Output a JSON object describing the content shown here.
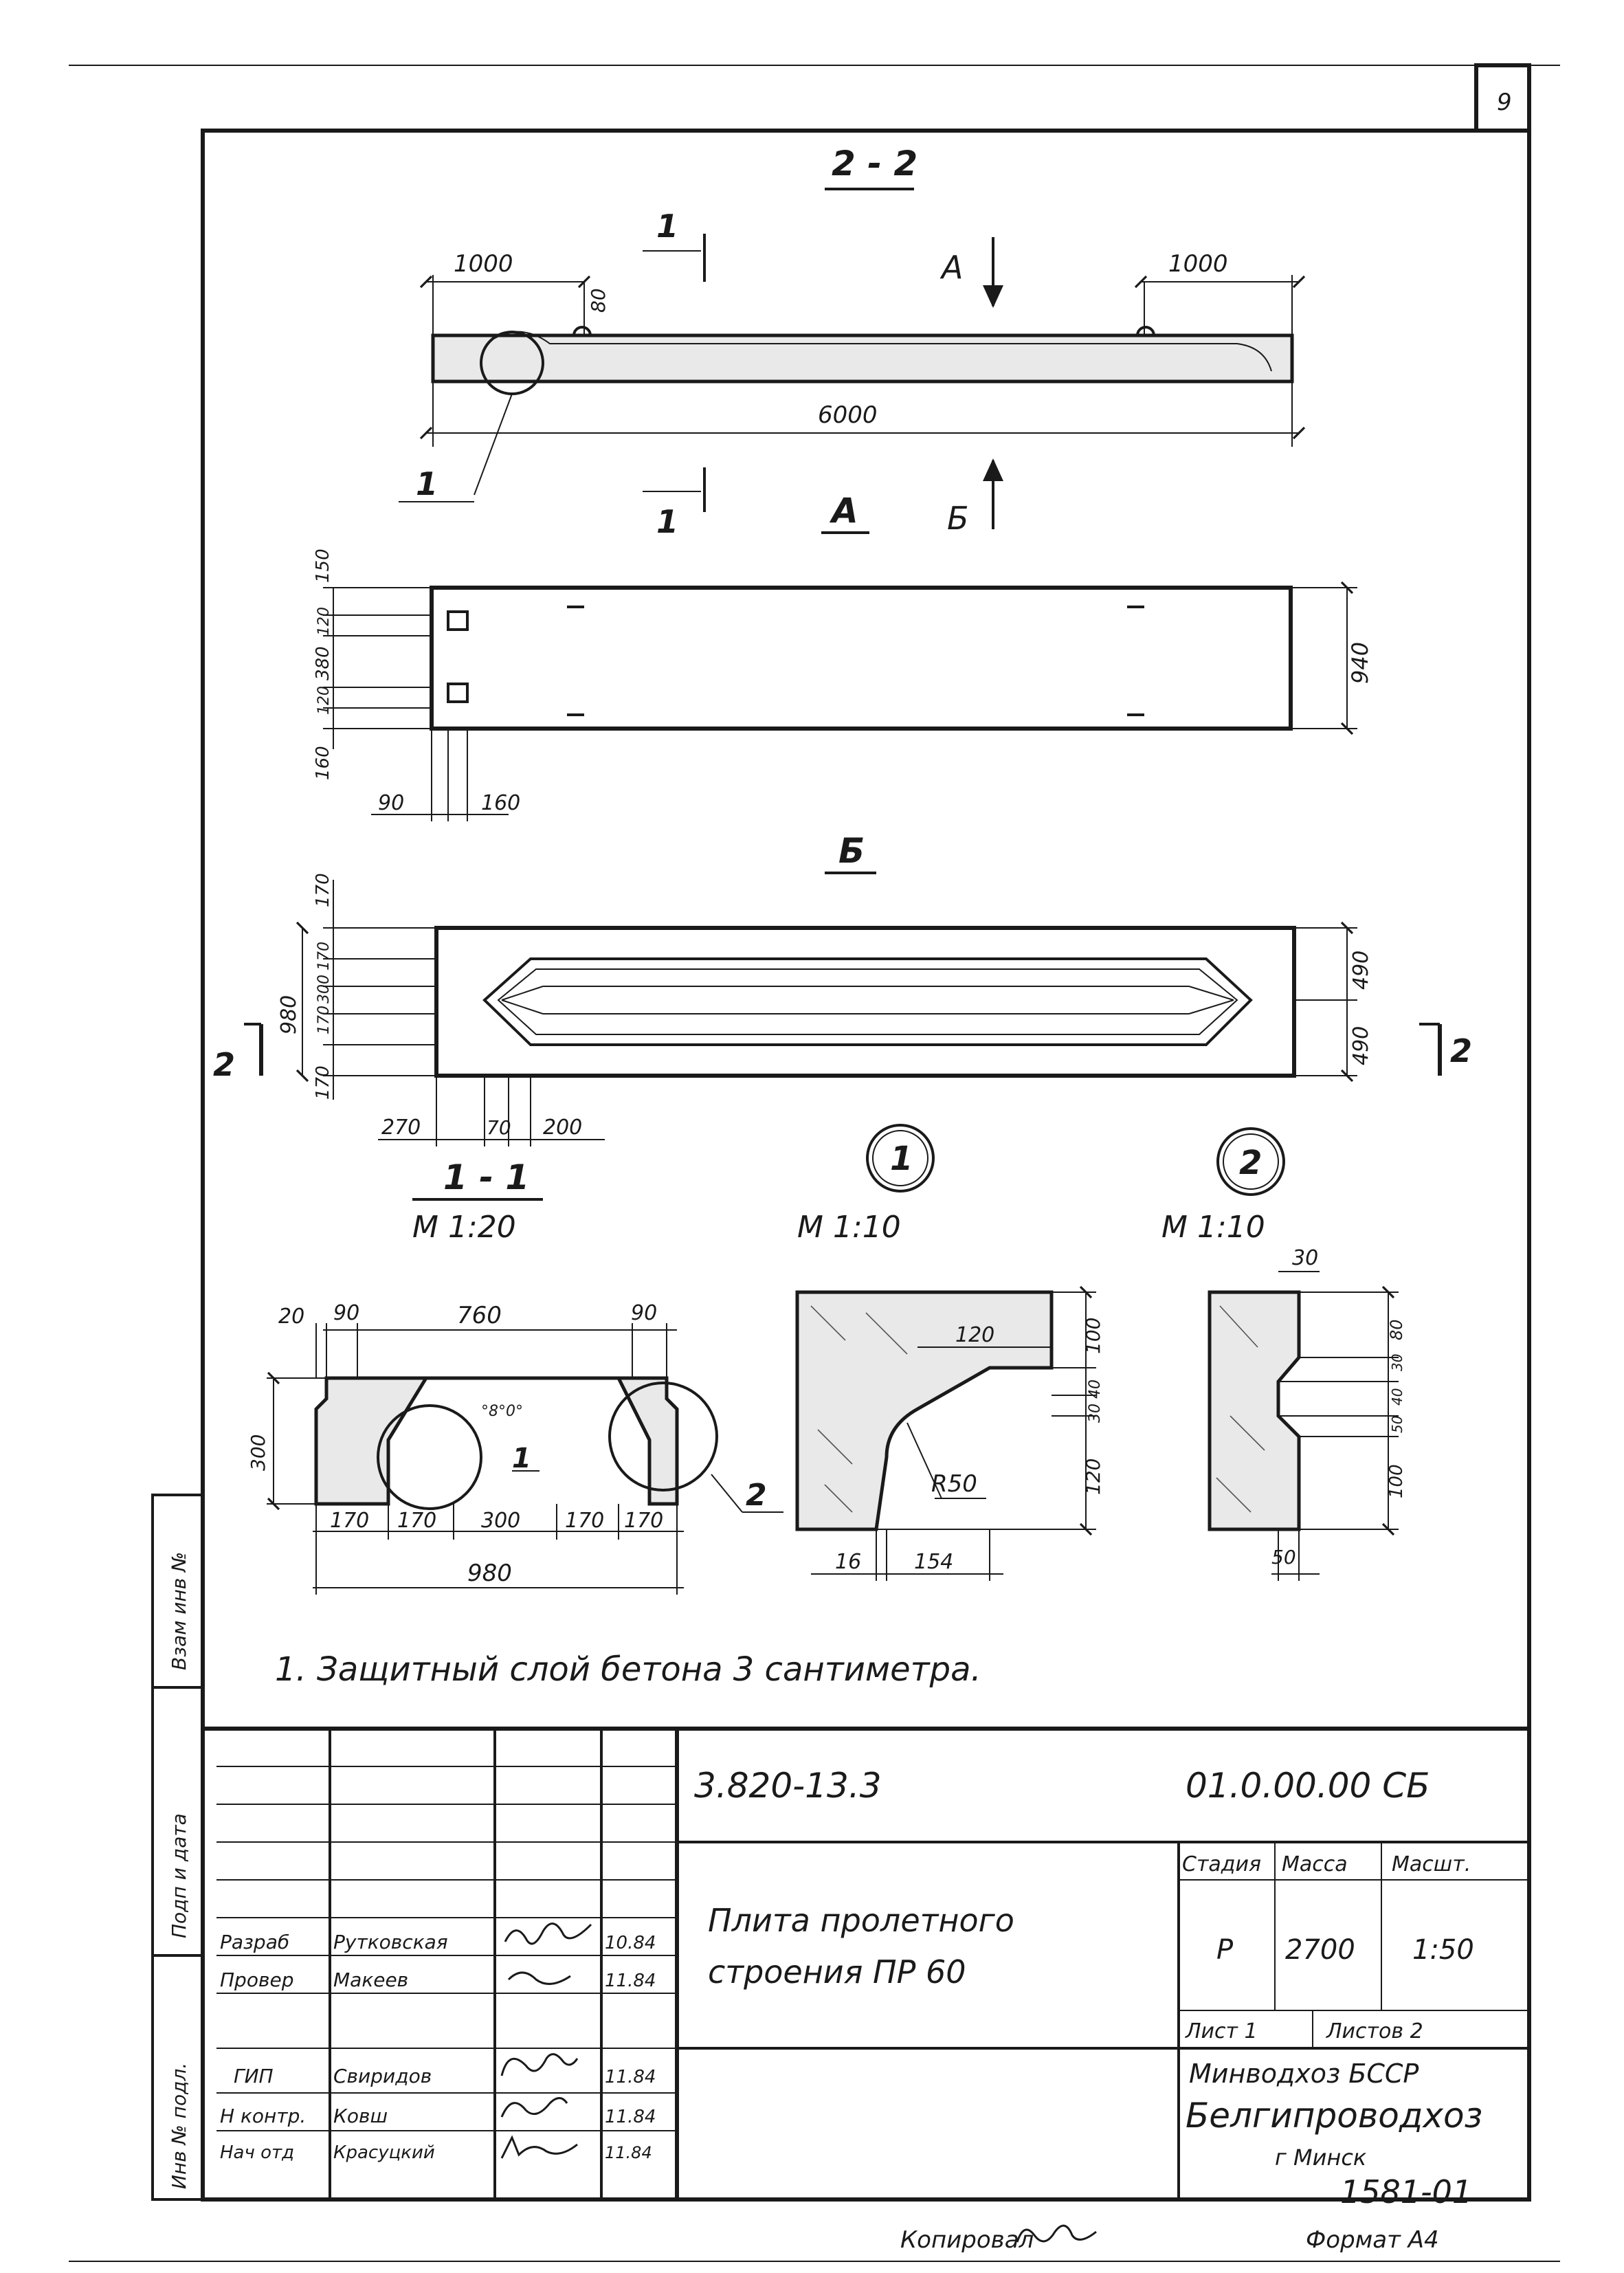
{
  "sheet": {
    "number": "9",
    "format_label": "Формат А4",
    "copied_label": "Копировал"
  },
  "views": {
    "section_2_2": {
      "title": "2 - 2",
      "dim_left": "1000",
      "dim_right": "1000",
      "dim_loop": "80",
      "dim_length": "6000",
      "cut_1_top": "1",
      "cut_1_bottom": "1",
      "arrow_a": "А",
      "arrow_b": "Б",
      "callout_1": "1"
    },
    "view_a": {
      "title": "А",
      "dims_left": [
        "150",
        "120",
        "380",
        "120",
        "160"
      ],
      "dim_right": "940",
      "dim_bottom_1": "90",
      "dim_bottom_2": "160"
    },
    "view_b": {
      "title": "Б",
      "dims_left": [
        "170",
        "170",
        "300",
        "170",
        "170"
      ],
      "dim_overall": "980",
      "dims_right": [
        "490",
        "490"
      ],
      "dims_bottom": [
        "270",
        "70",
        "200"
      ],
      "cut_2": "2"
    },
    "section_1_1": {
      "title": "1 - 1",
      "scale": "М 1:20",
      "dims_top": [
        "20",
        "90",
        "760",
        "90"
      ],
      "dim_height": "300",
      "dims_bottom": [
        "170",
        "170",
        "300",
        "170",
        "170"
      ],
      "dim_overall": "980",
      "callout_1": "1",
      "callout_2": "2"
    },
    "detail_1": {
      "label": "1",
      "scale": "М 1:10",
      "dims": [
        "120",
        "100",
        "40",
        "30",
        "120"
      ],
      "radius": "R50",
      "dims_bottom": [
        "16",
        "154"
      ]
    },
    "detail_2": {
      "label": "2",
      "scale": "М 1:10",
      "dims": [
        "30",
        "80",
        "30",
        "40",
        "50",
        "100"
      ],
      "dim_bottom": "50"
    }
  },
  "note": "1. Защитный слой бетона 3 сантиметра.",
  "side_stamp": {
    "labels": [
      "Инв № подл.",
      "Подп и дата",
      "Взам инв №"
    ]
  },
  "title_block": {
    "doc_code": "3.820-13.3",
    "drawing_code": "01.0.00.00 СБ",
    "name_line1": "Плита пролетного",
    "name_line2": "строения ПР 60",
    "stage_label": "Стадия",
    "mass_label": "Масса",
    "scale_label": "Масшт.",
    "stage": "Р",
    "mass": "2700",
    "scale": "1:50",
    "sheet_label": "Лист 1",
    "sheets_label": "Листов 2",
    "org_line1": "Минводхоз БССР",
    "org_line2": "Белгипроводхоз",
    "org_line3": "г Минск",
    "order_no": "1581-01",
    "signatures": [
      {
        "role": "Разраб",
        "name": "Рутковская",
        "date": "10.84"
      },
      {
        "role": "Провер",
        "name": "Макеев",
        "date": "11.84"
      },
      {
        "role": "ГИП",
        "name": "Свиридов",
        "date": "11.84"
      },
      {
        "role": "Н контр.",
        "name": "Ковш",
        "date": "11.84"
      },
      {
        "role": "Нач отд",
        "name": "Красуцкий",
        "date": "11.84"
      }
    ]
  }
}
